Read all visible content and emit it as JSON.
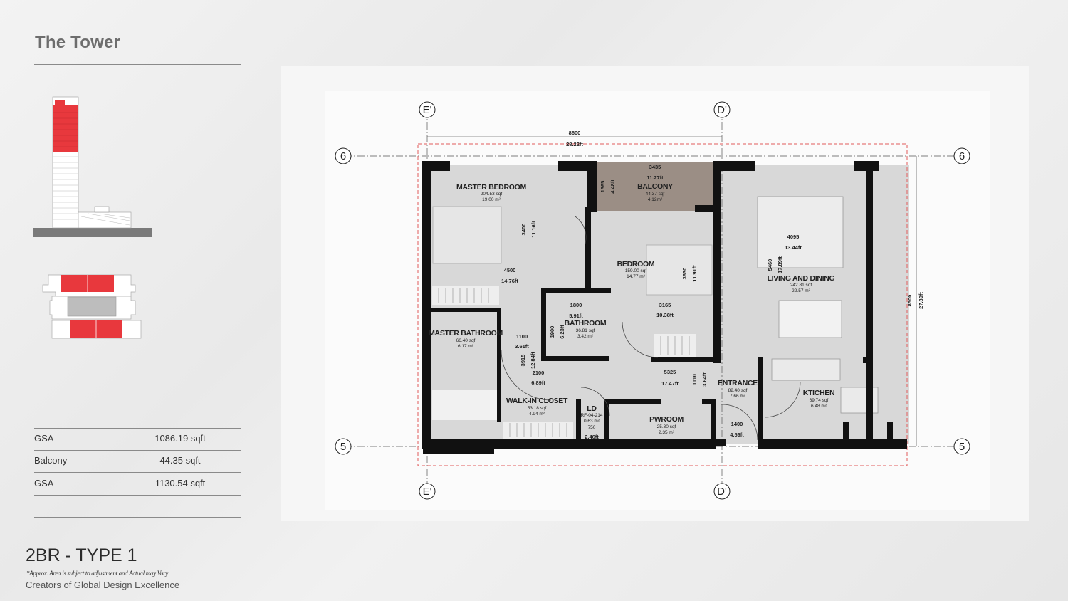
{
  "project": {
    "title": "The Tower"
  },
  "areas": [
    {
      "label": "GSA",
      "value": "1086.19 sqft"
    },
    {
      "label": "Balcony",
      "value": "44.35 sqft"
    },
    {
      "label": "GSA",
      "value": "1130.54 sqft"
    }
  ],
  "unit": {
    "name": "2BR - TYPE 1"
  },
  "note": "*Approx. Area is subject to adjustment and Actual may Vary",
  "tagline": "Creators of Global Design Excellence",
  "colors": {
    "highlight": "#e8383d",
    "wall": "#111111",
    "floor": "#d6d6d6",
    "gridline": "#e25b5b",
    "balcony": "#9b8e85"
  },
  "plan": {
    "grid_labels": {
      "top_left": "E'",
      "top_right": "D'",
      "left_top": "6",
      "left_bottom": "5",
      "right_top": "6",
      "right_bottom": "5",
      "bottom_left": "E'",
      "bottom_right": "D'"
    },
    "overall_dims": {
      "top_mm": "8600",
      "top_ft": "28.22ft",
      "right_mm": "8500",
      "right_ft": "27.89ft"
    },
    "rooms": {
      "balcony": {
        "name": "BALCONY",
        "dim_mm": "3435",
        "dim_ft": "11.27ft",
        "area_sqft": "44.37 sqf",
        "area_m2": "4.12m²",
        "side_mm": "1365",
        "side_ft": "4.48ft"
      },
      "master_bedroom": {
        "name": "MASTER BEDROOM",
        "area_sqft": "204.53 sqf",
        "area_m2": "19.00 m²",
        "side_mm": "3400",
        "side_ft": "11.16ft",
        "dim_mm": "4500",
        "dim_ft": "14.76ft"
      },
      "bedroom": {
        "name": "BEDROOM",
        "area_sqft": "159.00 sqf",
        "area_m2": "14.77 m²",
        "side_mm": "3630",
        "side_ft": "11.91ft",
        "dim_mm": "3165",
        "dim_ft": "10.38ft"
      },
      "living": {
        "name": "LIVING AND DINING",
        "area_sqft": "242.81 sqf",
        "area_m2": "22.57 m²",
        "dim_mm": "4095",
        "dim_ft": "13.44ft",
        "side_mm": "5460",
        "side_ft": "17.89ft"
      },
      "bathroom": {
        "name": "BATHROOM",
        "area_sqft": "36.81 sqf",
        "area_m2": "3.42 m²",
        "dim_mm": "1800",
        "dim_ft": "5.91ft",
        "side_mm": "1900",
        "side_ft": "6.23ft"
      },
      "master_bathroom": {
        "name": "MASTER BATHROOM",
        "area_sqft": "66.40 sqf",
        "area_m2": "6.17 m²",
        "dim_mm": "1100",
        "dim_ft": "3.61ft",
        "side_mm": "3915",
        "side_ft": "12.84ft"
      },
      "walk_in_closet": {
        "name": "WALK-IN CLOSET",
        "area_sqft": "53.18 sqf",
        "area_m2": "4.94 m²",
        "dim_mm": "2100",
        "dim_ft": "6.89ft"
      },
      "ld": {
        "name": "LD",
        "code": "RF-04-214",
        "area_m2": "0.63 m²",
        "dim_mm": "750",
        "dim_ft": "2.46ft"
      },
      "powder": {
        "name": "PWROOM",
        "area_sqft": "25.30 sqf",
        "area_m2": "2.35 m²"
      },
      "entrance": {
        "name": "ENTRANCE",
        "area_sqft": "82.40 sqf",
        "area_m2": "7.66 m²",
        "dim_mm": "5325",
        "dim_ft": "17.47ft",
        "side_mm": "1110",
        "side_ft": "3.64ft",
        "door_mm": "1400",
        "door_ft": "4.59ft"
      },
      "kitchen": {
        "name": "KTICHEN",
        "area_sqft": "69.74 sqf",
        "area_m2": "6.48 m²"
      }
    }
  }
}
